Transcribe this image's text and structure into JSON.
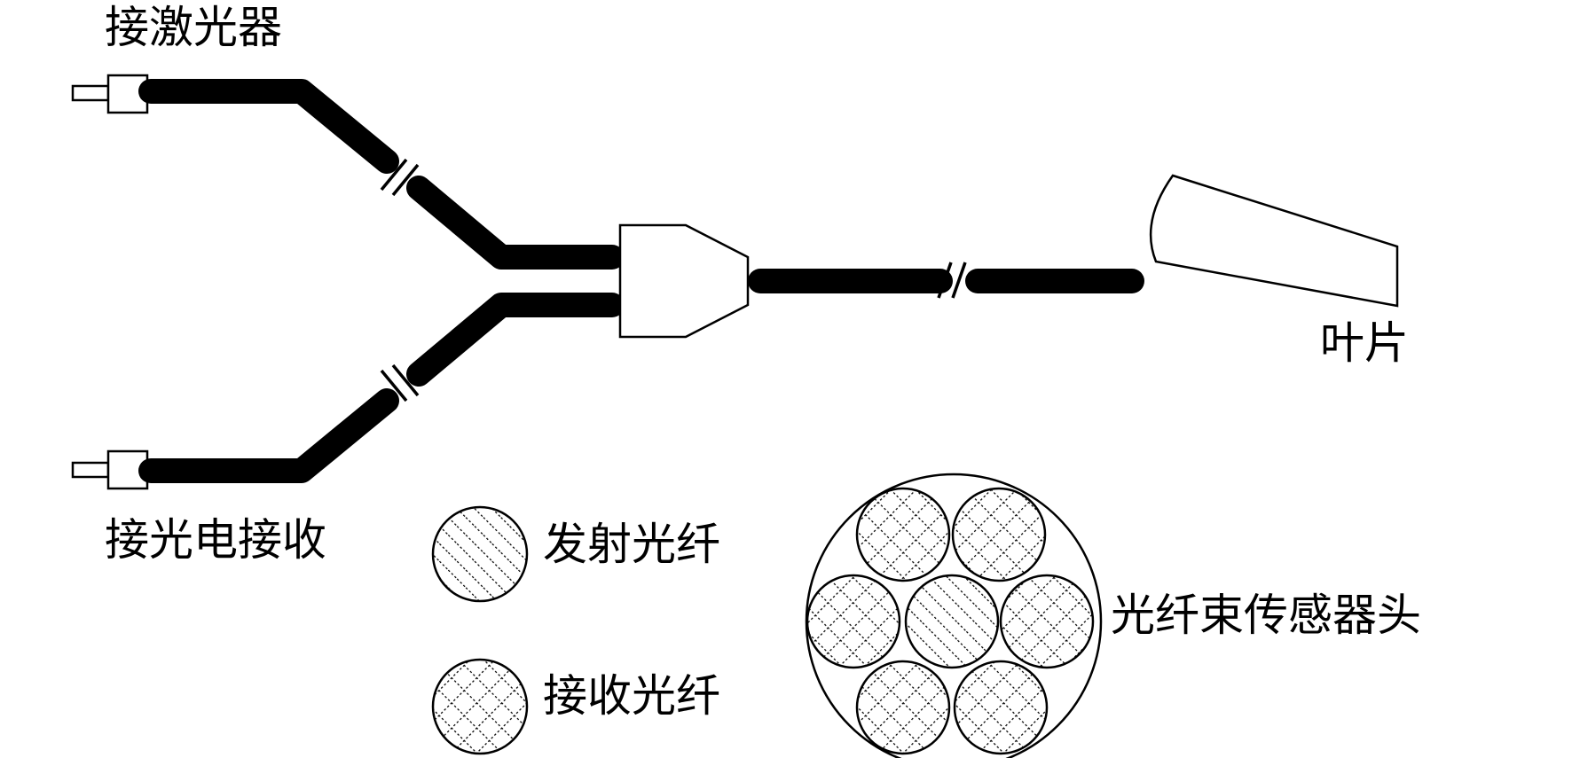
{
  "labels": {
    "laser_connector": "接激光器",
    "detector_connector": "接光电接收",
    "blade": "叶片",
    "emitting_fiber": "发射光纤",
    "receiving_fiber": "接收光纤",
    "probe_head": "光纤束传感器头"
  },
  "colors": {
    "cable": "#000000",
    "outline": "#000000",
    "fill": "#ffffff"
  },
  "legend": [
    {
      "pattern": "diagonal-hatch",
      "label_ref": "emitting_fiber"
    },
    {
      "pattern": "cross-hatch",
      "label_ref": "receiving_fiber"
    }
  ],
  "probe_bundle": {
    "center_fiber": "diagonal-hatch",
    "ring_fibers": [
      "cross-hatch",
      "cross-hatch",
      "cross-hatch",
      "cross-hatch",
      "cross-hatch",
      "cross-hatch"
    ]
  }
}
